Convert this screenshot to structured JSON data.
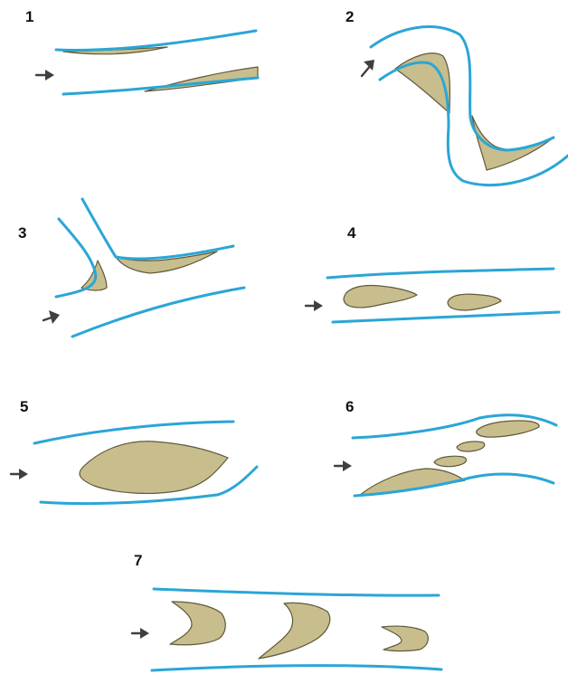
{
  "panels": [
    {
      "number": "1"
    },
    {
      "number": "2"
    },
    {
      "number": "3"
    },
    {
      "number": "4"
    },
    {
      "number": "5"
    },
    {
      "number": "6"
    },
    {
      "number": "7"
    }
  ],
  "colors": {
    "bank_line": "#2aa6d6",
    "sediment_fill": "#c8bd8c",
    "sediment_outline": "#5f5a3c",
    "arrow": "#3f3f3f",
    "panel_number": "#111111"
  },
  "icons": {
    "flow_arrow": "flow-direction-arrow-icon"
  }
}
